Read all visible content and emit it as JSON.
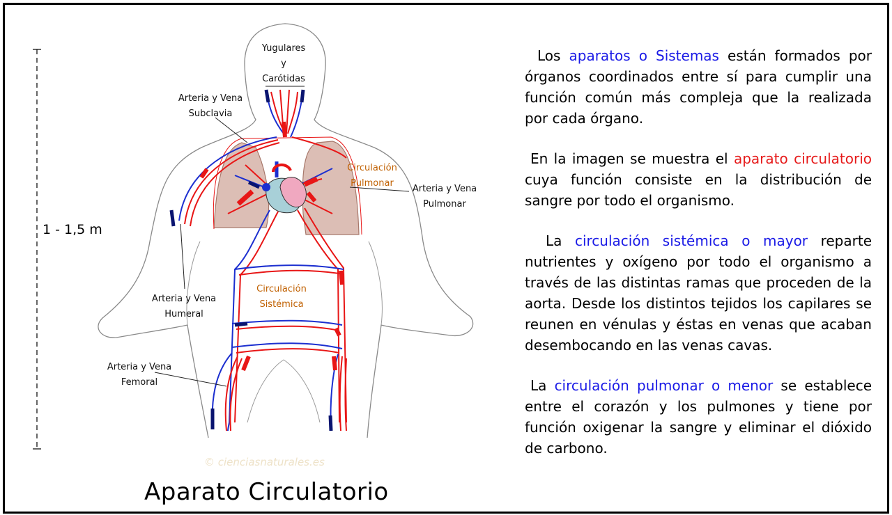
{
  "diagram": {
    "title": "Aparato Circulatorio",
    "height_label": "1 - 1,5 m",
    "watermark": "© cienciasnaturales.es",
    "labels": {
      "yugulares": "Yugulares\ny\nCarótidas",
      "subclavia": "Arteria y Vena\nSubclavia",
      "pulmonar_circ": "Circulación\nPulmonar",
      "pulmonar_vessels": "Arteria y Vena\nPulmonar",
      "humeral": "Arteria y Vena\nHumeral",
      "sistemica": "Circulación\nSistémica",
      "femoral": "Arteria y Vena\nFemoral"
    }
  },
  "text": {
    "p1": {
      "pre": "Los ",
      "hl": "aparatos o Sistemas",
      "post": " están formados por órganos coordinados entre sí para cumplir una función común más compleja que la realizada por cada órgano."
    },
    "p2": {
      "pre": "En la imagen se muestra el ",
      "hl": "aparato circulatorio",
      "post": " cuya función consiste en la distribución de sangre por todo el organismo."
    },
    "p3": {
      "pre": "La ",
      "hl": "circulación sistémica o mayor",
      "post": " reparte nutrientes y oxígeno por todo el organismo a través de las distintas ramas que proceden de la aorta. Desde los distintos tejidos los capilares se reunen en vénulas y éstas en venas que acaban desembocando en las venas cavas."
    },
    "p4": {
      "pre": "La ",
      "hl": "circulación pulmonar o menor",
      "post": " se establece entre el corazón y los pulmones y tiene por función oxigenar la sangre y eliminar el dióxido de carbono."
    }
  },
  "colors": {
    "artery": "#e81616",
    "vein": "#1c2fd0",
    "vein_dark": "#0a1470",
    "lung_fill": "#d9b8ae",
    "label_orange": "#c06000",
    "highlight_blue": "#1a1ae6",
    "highlight_red": "#e61a1a"
  }
}
